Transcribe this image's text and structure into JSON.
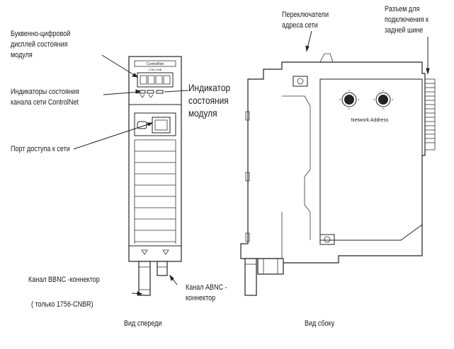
{
  "labels": {
    "display": [
      "Буквенно-цифровой",
      "дисплей состояния",
      "модуля"
    ],
    "net_indicators": [
      "Индикаторы состояния",
      "канала сети ControlNet"
    ],
    "module_indicator": [
      "Индикатор",
      "состояния",
      "модуля"
    ],
    "network_port": "Порт доступа к сети",
    "channel_b": "Канал BBNC -коннектор",
    "channel_b_note": "( только 1756-CNBR)",
    "channel_a": [
      "Канал ABNC -",
      "коннектор"
    ],
    "address_switches": [
      "Переключатели",
      "адреса сети"
    ],
    "backplane": [
      "Разъем для",
      "подключения к",
      "задней шине"
    ]
  },
  "panel_text": {
    "network_address": "Network Address",
    "front_brand": "ControlNet",
    "front_model": "1756-CNB"
  },
  "captions": {
    "front": "Вид спереди",
    "side": "Вид сбоку"
  }
}
